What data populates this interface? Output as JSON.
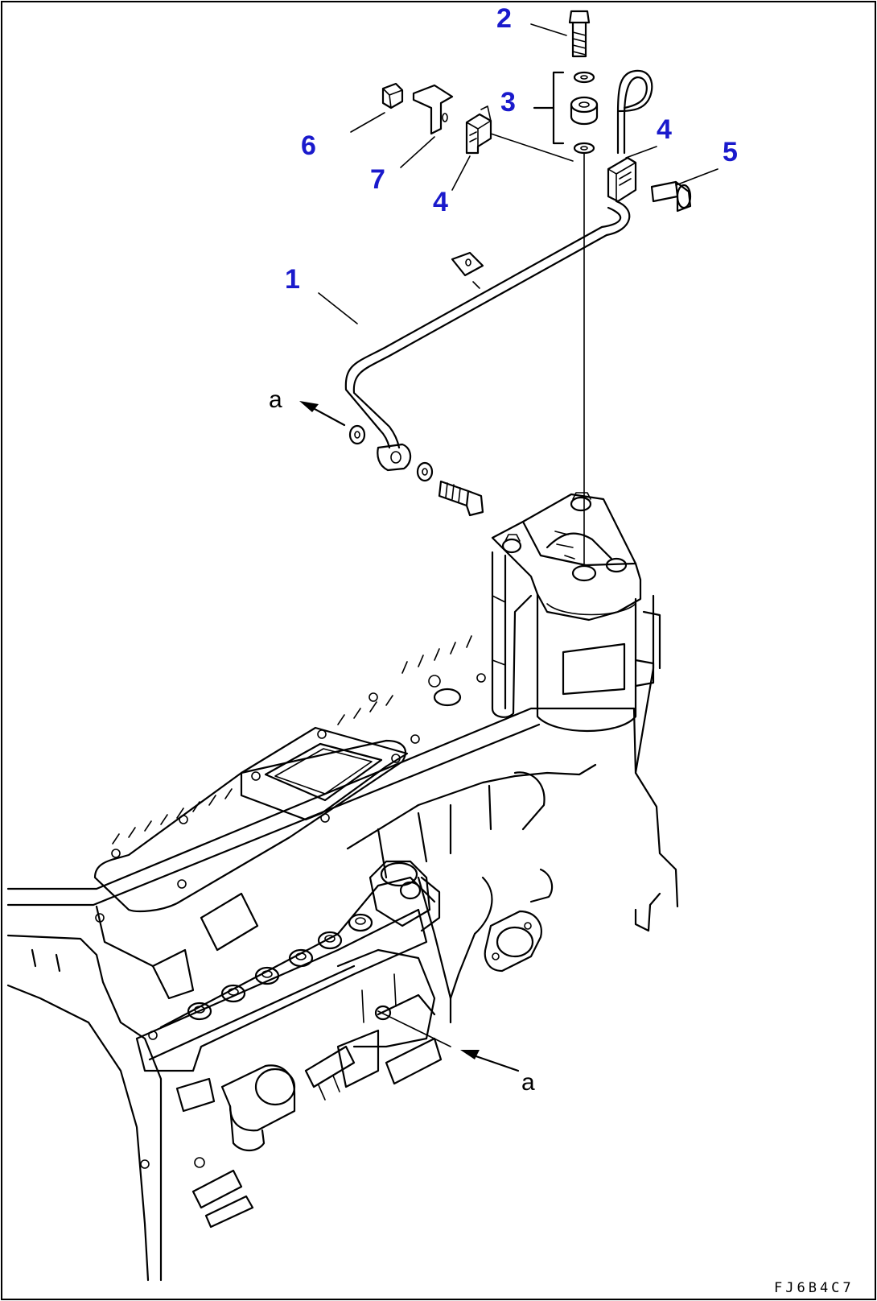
{
  "callout_color": "#1a1acc",
  "line_color": "#000000",
  "callouts": [
    {
      "id": "c2",
      "label": "2"
    },
    {
      "id": "c3",
      "label": "3"
    },
    {
      "id": "c4a",
      "label": "4"
    },
    {
      "id": "c5",
      "label": "5"
    },
    {
      "id": "c6",
      "label": "6"
    },
    {
      "id": "c7",
      "label": "7"
    },
    {
      "id": "c4b",
      "label": "4"
    },
    {
      "id": "c1",
      "label": "1"
    }
  ],
  "view_arrows": [
    {
      "id": "va-top",
      "label": "a"
    },
    {
      "id": "va-bottom",
      "label": "a"
    }
  ],
  "drawing_code": "FJ6B4C7"
}
